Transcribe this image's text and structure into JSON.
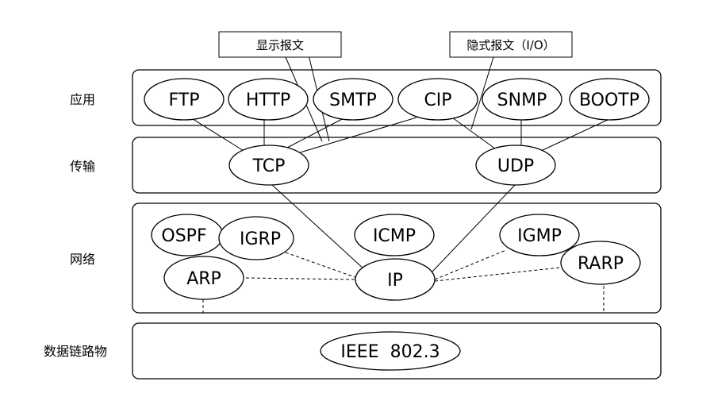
{
  "layers": {
    "application": "应用",
    "transport": "传输",
    "network": "网络",
    "datalink": "数据链路物"
  },
  "callouts": {
    "explicit": "显示报文",
    "implicit": "隐式报文（I/O）"
  },
  "nodes": {
    "ftp": "FTP",
    "http": "HTTP",
    "smtp": "SMTP",
    "cip": "CIP",
    "snmp": "SNMP",
    "bootp": "BOOTP",
    "tcp": "TCP",
    "udp": "UDP",
    "ospf": "OSPF",
    "igrp": "IGRP",
    "icmp": "ICMP",
    "igmp": "IGMP",
    "arp": "ARP",
    "ip": "IP",
    "rarp": "RARP",
    "ieee": "IEEE  802.3"
  }
}
